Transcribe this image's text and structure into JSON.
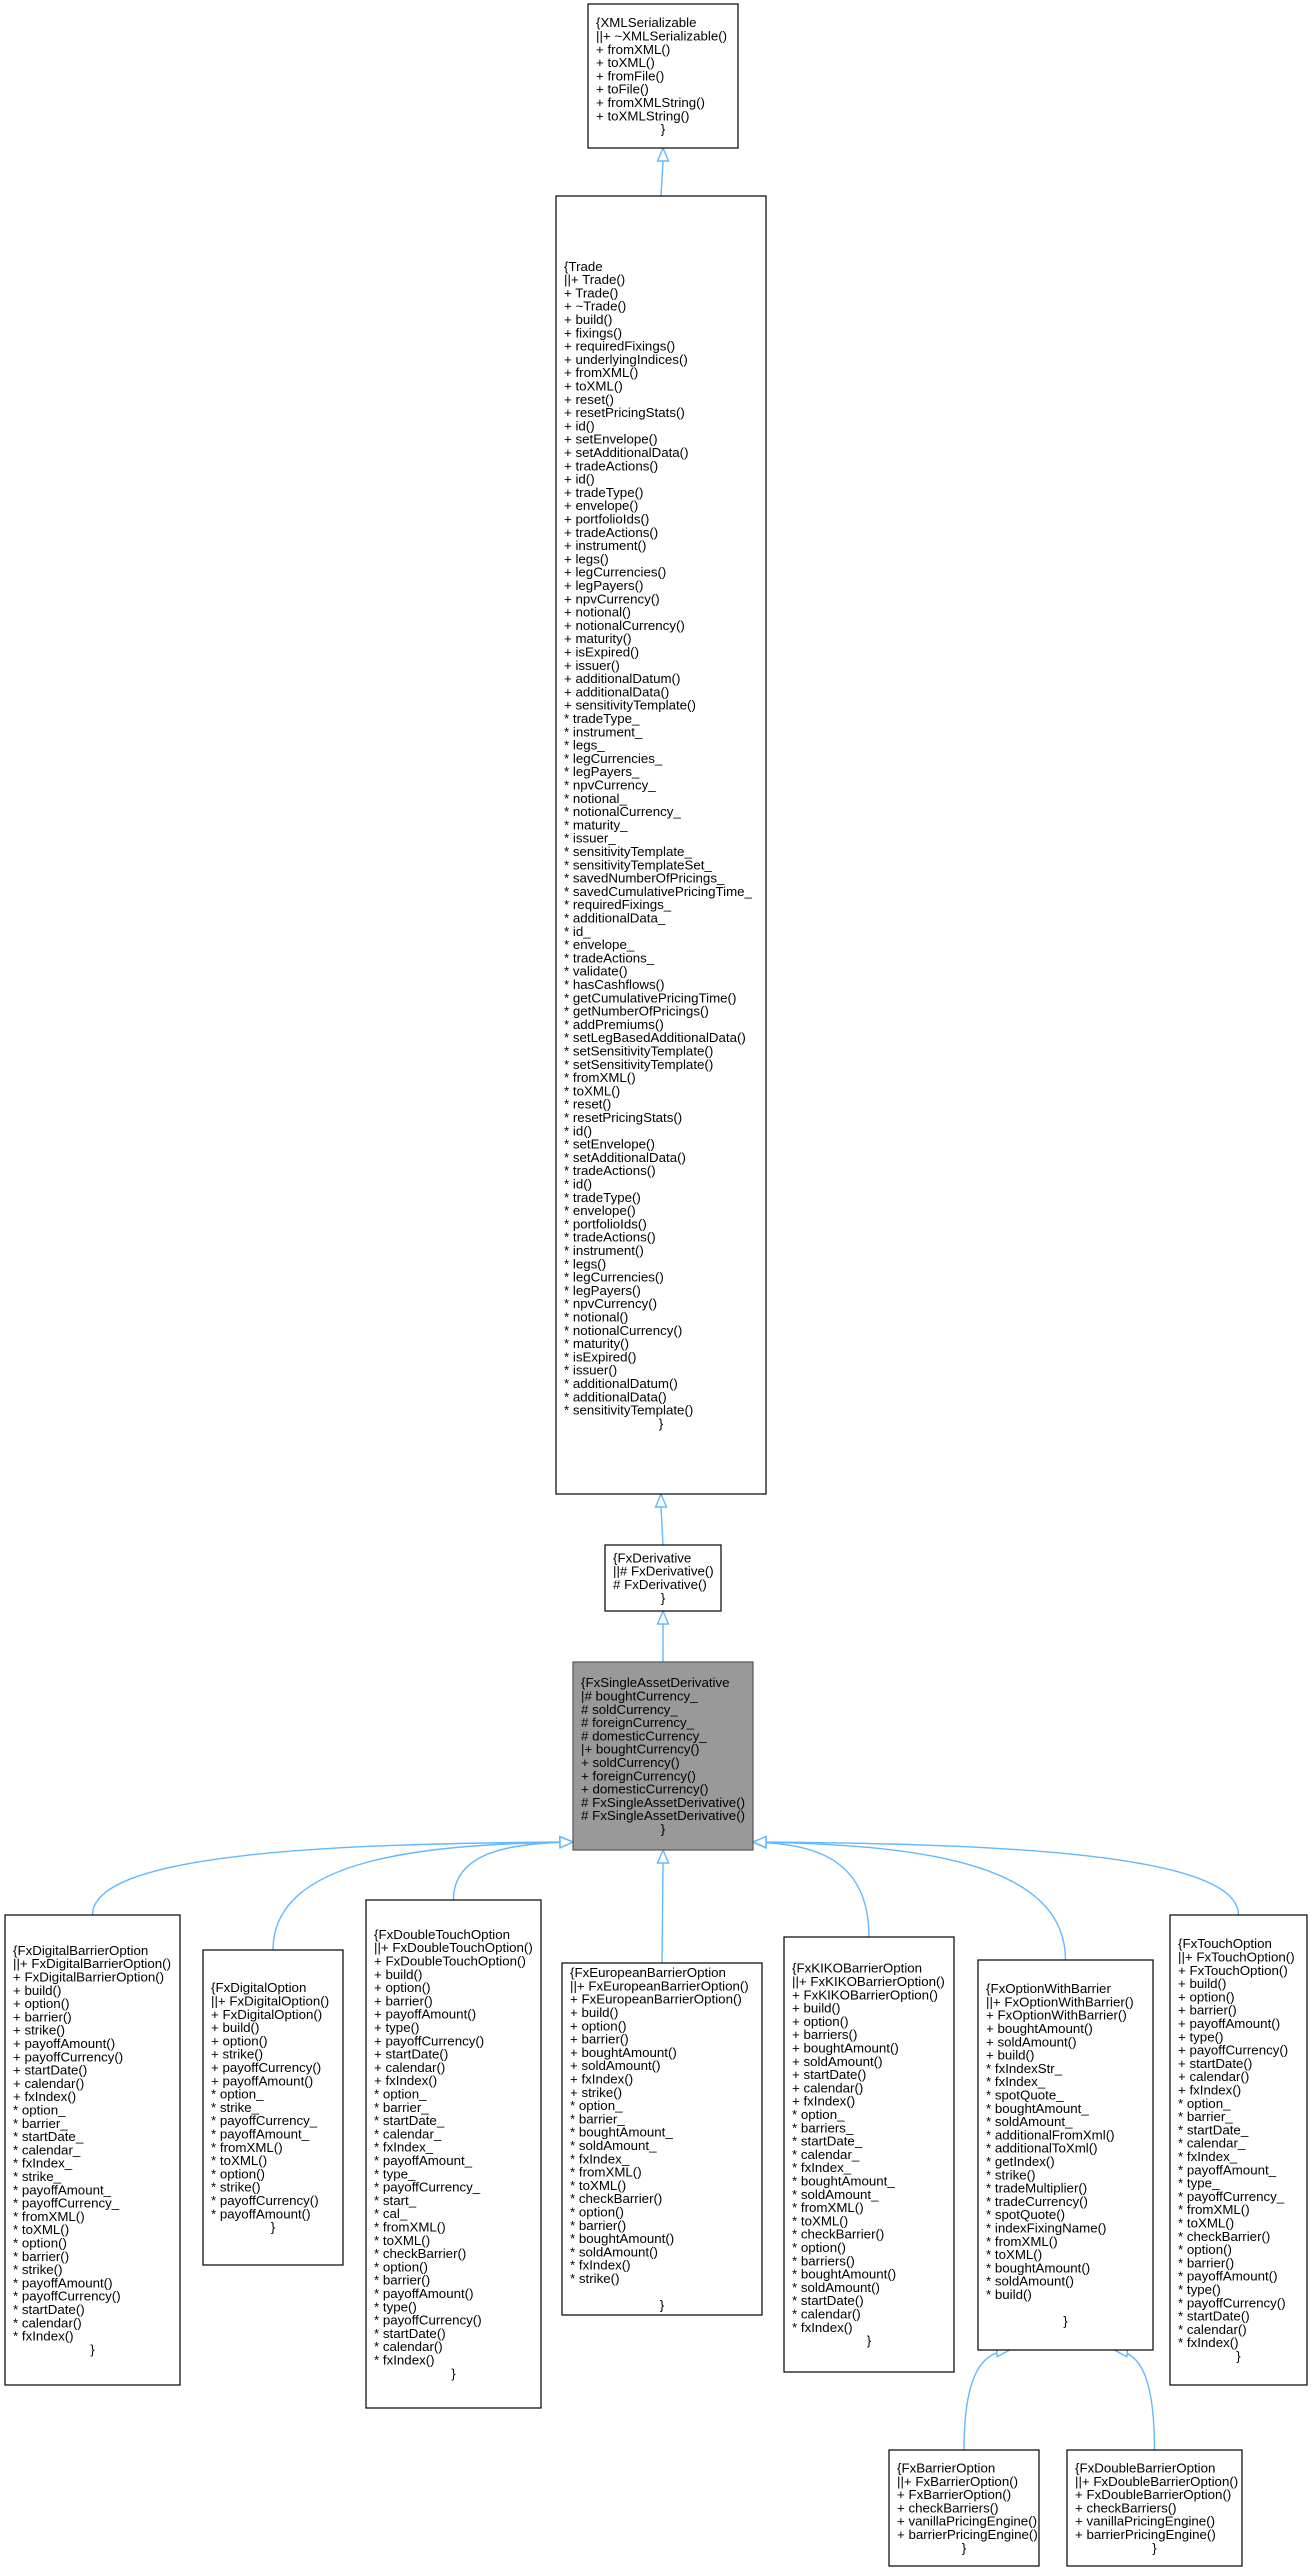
{
  "nodes": [
    {
      "id": "xmlserializable",
      "lines": [
        "{XMLSerializable",
        "||+ ~XMLSerializable()",
        "+ fromXML()",
        "+ toXML()",
        "+ fromFile()",
        "+ toFile()",
        "+ fromXMLString()",
        "+ toXMLString()",
        "}"
      ]
    },
    {
      "id": "trade",
      "lines": [
        "{Trade",
        "||+ Trade()",
        "+ Trade()",
        "+ ~Trade()",
        "+ build()",
        "+ fixings()",
        "+ requiredFixings()",
        "+ underlyingIndices()",
        "+ fromXML()",
        "+ toXML()",
        "+ reset()",
        "+ resetPricingStats()",
        "+ id()",
        "+ setEnvelope()",
        "+ setAdditionalData()",
        "+ tradeActions()",
        "+ id()",
        "+ tradeType()",
        "+ envelope()",
        "+ portfolioIds()",
        "+ tradeActions()",
        "+ instrument()",
        "+ legs()",
        "+ legCurrencies()",
        "+ legPayers()",
        "+ npvCurrency()",
        "+ notional()",
        "+ notionalCurrency()",
        "+ maturity()",
        "+ isExpired()",
        "+ issuer()",
        "+ additionalDatum()",
        "+ additionalData()",
        "+ sensitivityTemplate()",
        "* tradeType_",
        "* instrument_",
        "* legs_",
        "* legCurrencies_",
        "* legPayers_",
        "* npvCurrency_",
        "* notional_",
        "* notionalCurrency_",
        "* maturity_",
        "* issuer_",
        "* sensitivityTemplate_",
        "* sensitivityTemplateSet_",
        "* savedNumberOfPricings_",
        "* savedCumulativePricingTime_",
        "* requiredFixings_",
        "* additionalData_",
        "* id_",
        "* envelope_",
        "* tradeActions_",
        "* validate()",
        "* hasCashflows()",
        "* getCumulativePricingTime()",
        "* getNumberOfPricings()",
        "* addPremiums()",
        "* setLegBasedAdditionalData()",
        "* setSensitivityTemplate()",
        "* setSensitivityTemplate()",
        "* fromXML()",
        "* toXML()",
        "* reset()",
        "* resetPricingStats()",
        "* id()",
        "* setEnvelope()",
        "* setAdditionalData()",
        "* tradeActions()",
        "* id()",
        "* tradeType()",
        "* envelope()",
        "* portfolioIds()",
        "* tradeActions()",
        "* instrument()",
        "* legs()",
        "* legCurrencies()",
        "* legPayers()",
        "* npvCurrency()",
        "* notional()",
        "* notionalCurrency()",
        "* maturity()",
        "* isExpired()",
        "* issuer()",
        "* additionalDatum()",
        "* additionalData()",
        "* sensitivityTemplate()",
        "}"
      ]
    },
    {
      "id": "fxderivative",
      "lines": [
        "{FxDerivative",
        "||# FxDerivative()",
        "# FxDerivative()",
        "}"
      ]
    },
    {
      "id": "fxsingleasset",
      "lines": [
        "{FxSingleAssetDerivative",
        "|# boughtCurrency_",
        "# soldCurrency_",
        "# foreignCurrency_",
        "# domesticCurrency_",
        "|+ boughtCurrency()",
        "+ soldCurrency()",
        "+ foreignCurrency()",
        "+ domesticCurrency()",
        "# FxSingleAssetDerivative()",
        "# FxSingleAssetDerivative()",
        "}"
      ]
    },
    {
      "id": "fxdigitalbarrier",
      "lines": [
        "{FxDigitalBarrierOption",
        "||+ FxDigitalBarrierOption()",
        "+ FxDigitalBarrierOption()",
        "+ build()",
        "+ option()",
        "+ barrier()",
        "+ strike()",
        "+ payoffAmount()",
        "+ payoffCurrency()",
        "+ startDate()",
        "+ calendar()",
        "+ fxIndex()",
        "* option_",
        "* barrier_",
        "* startDate_",
        "* calendar_",
        "* fxIndex_",
        "* strike_",
        "* payoffAmount_",
        "* payoffCurrency_",
        "* fromXML()",
        "* toXML()",
        "* option()",
        "* barrier()",
        "* strike()",
        "* payoffAmount()",
        "* payoffCurrency()",
        "* startDate()",
        "* calendar()",
        "* fxIndex()",
        "}"
      ]
    },
    {
      "id": "fxdigital",
      "lines": [
        "{FxDigitalOption",
        "||+ FxDigitalOption()",
        "+ FxDigitalOption()",
        "+ build()",
        "+ option()",
        "+ strike()",
        "+ payoffCurrency()",
        "+ payoffAmount()",
        "* option_",
        "* strike_",
        "* payoffCurrency_",
        "* payoffAmount_",
        "* fromXML()",
        "* toXML()",
        "* option()",
        "* strike()",
        "* payoffCurrency()",
        "* payoffAmount()",
        "}"
      ]
    },
    {
      "id": "fxdoubletouch",
      "lines": [
        "{FxDoubleTouchOption",
        "||+ FxDoubleTouchOption()",
        "+ FxDoubleTouchOption()",
        "+ build()",
        "+ option()",
        "+ barrier()",
        "+ payoffAmount()",
        "+ type()",
        "+ payoffCurrency()",
        "+ startDate()",
        "+ calendar()",
        "+ fxIndex()",
        "* option_",
        "* barrier_",
        "* startDate_",
        "* calendar_",
        "* fxIndex_",
        "* payoffAmount_",
        "* type_",
        "* payoffCurrency_",
        "* start_",
        "* cal_",
        "* fromXML()",
        "* toXML()",
        "* checkBarrier()",
        "* option()",
        "* barrier()",
        "* payoffAmount()",
        "* type()",
        "* payoffCurrency()",
        "* startDate()",
        "* calendar()",
        "* fxIndex()",
        "}"
      ]
    },
    {
      "id": "fxeuropeanbarrier",
      "lines": [
        "{FxEuropeanBarrierOption",
        "||+ FxEuropeanBarrierOption()",
        "+ FxEuropeanBarrierOption()",
        "+ build()",
        "+ option()",
        "+ barrier()",
        "+ boughtAmount()",
        "+ soldAmount()",
        "+ fxIndex()",
        "+ strike()",
        "* option_",
        "* barrier_",
        "* boughtAmount_",
        "* soldAmount_",
        "* fxIndex_",
        "* fromXML()",
        "* toXML()",
        "* checkBarrier()",
        "* option()",
        "* barrier()",
        "* boughtAmount()",
        "* soldAmount()",
        "* fxIndex()",
        "* strike()",
        "",
        "}"
      ]
    },
    {
      "id": "fxkikobarrier",
      "lines": [
        "{FxKIKOBarrierOption",
        "||+ FxKIKOBarrierOption()",
        "+ FxKIKOBarrierOption()",
        "+ build()",
        "+ option()",
        "+ barriers()",
        "+ boughtAmount()",
        "+ soldAmount()",
        "+ startDate()",
        "+ calendar()",
        "+ fxIndex()",
        "* option_",
        "* barriers_",
        "* startDate_",
        "* calendar_",
        "* fxIndex_",
        "* boughtAmount_",
        "* soldAmount_",
        "* fromXML()",
        "* toXML()",
        "* checkBarrier()",
        "* option()",
        "* barriers()",
        "* boughtAmount()",
        "* soldAmount()",
        "* startDate()",
        "* calendar()",
        "* fxIndex()",
        "}"
      ]
    },
    {
      "id": "fxoptionwithbarrier",
      "lines": [
        "{FxOptionWithBarrier",
        "||+ FxOptionWithBarrier()",
        "+ FxOptionWithBarrier()",
        "+ boughtAmount()",
        "+ soldAmount()",
        "+ build()",
        "* fxIndexStr_",
        "* fxIndex_",
        "* spotQuote_",
        "* boughtAmount_",
        "* soldAmount_",
        "* additionalFromXml()",
        "* additionalToXml()",
        "* getIndex()",
        "* strike()",
        "* tradeMultiplier()",
        "* tradeCurrency()",
        "* spotQuote()",
        "* indexFixingName()",
        "* fromXML()",
        "* toXML()",
        "* boughtAmount()",
        "* soldAmount()",
        "* build()",
        "",
        "}"
      ]
    },
    {
      "id": "fxtouch",
      "lines": [
        "{FxTouchOption",
        "||+ FxTouchOption()",
        "+ FxTouchOption()",
        "+ build()",
        "+ option()",
        "+ barrier()",
        "+ payoffAmount()",
        "+ type()",
        "+ payoffCurrency()",
        "+ startDate()",
        "+ calendar()",
        "+ fxIndex()",
        "* option_",
        "* barrier_",
        "* startDate_",
        "* calendar_",
        "* fxIndex_",
        "* payoffAmount_",
        "* type_",
        "* payoffCurrency_",
        "* fromXML()",
        "* toXML()",
        "* checkBarrier()",
        "* option()",
        "* barrier()",
        "* payoffAmount()",
        "* type()",
        "* payoffCurrency()",
        "* startDate()",
        "* calendar()",
        "* fxIndex()",
        "}"
      ]
    },
    {
      "id": "fxbarrier",
      "lines": [
        "{FxBarrierOption",
        "||+ FxBarrierOption()",
        "+ FxBarrierOption()",
        "+ checkBarriers()",
        "+ vanillaPricingEngine()",
        "+ barrierPricingEngine()",
        "}"
      ]
    },
    {
      "id": "fxdoublebarrier",
      "lines": [
        "{FxDoubleBarrierOption",
        "||+ FxDoubleBarrierOption()",
        "+ FxDoubleBarrierOption()",
        "+ checkBarriers()",
        "+ vanillaPricingEngine()",
        "+ barrierPricingEngine()",
        "}"
      ]
    }
  ],
  "edges": [
    {
      "from": "trade",
      "to": "xmlserializable"
    },
    {
      "from": "fxderivative",
      "to": "trade"
    },
    {
      "from": "fxsingleasset",
      "to": "fxderivative"
    },
    {
      "from": "fxdigitalbarrier",
      "to": "fxsingleasset"
    },
    {
      "from": "fxdigital",
      "to": "fxsingleasset"
    },
    {
      "from": "fxdoubletouch",
      "to": "fxsingleasset"
    },
    {
      "from": "fxeuropeanbarrier",
      "to": "fxsingleasset"
    },
    {
      "from": "fxkikobarrier",
      "to": "fxsingleasset"
    },
    {
      "from": "fxoptionwithbarrier",
      "to": "fxsingleasset"
    },
    {
      "from": "fxtouch",
      "to": "fxsingleasset"
    },
    {
      "from": "fxbarrier",
      "to": "fxoptionwithbarrier"
    },
    {
      "from": "fxdoublebarrier",
      "to": "fxoptionwithbarrier"
    }
  ],
  "highlight_node": "fxsingleasset",
  "colors": {
    "edge": "#63b8ff",
    "highlight_fill": "#999999",
    "node_border": "#000000",
    "background": "#ffffff"
  }
}
